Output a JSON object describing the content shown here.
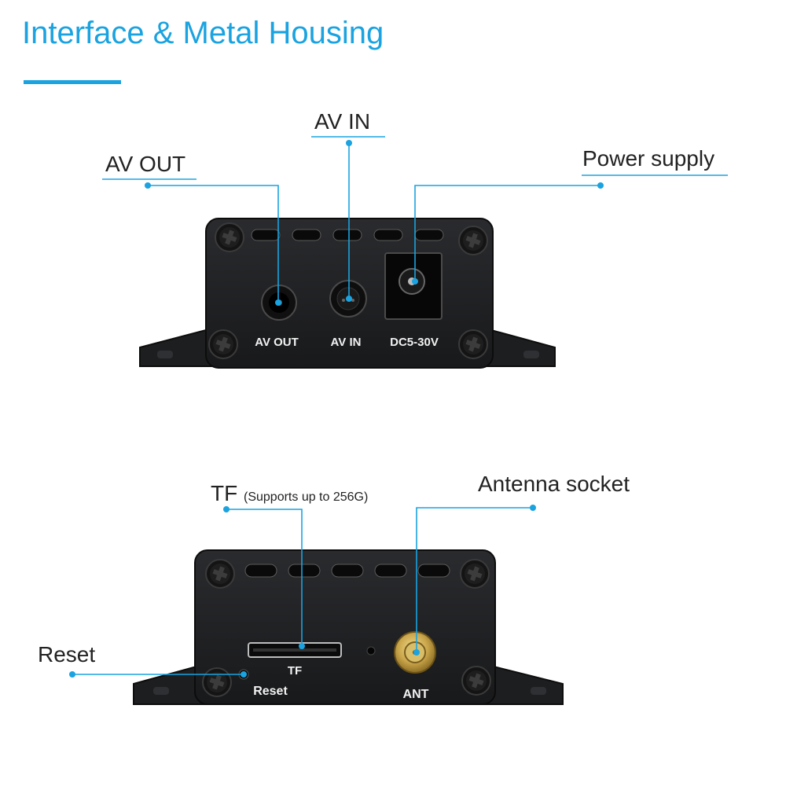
{
  "title": "Interface & Metal Housing",
  "accent_color": "#1aa3e0",
  "callouts": {
    "av_out": "AV OUT",
    "av_in": "AV IN",
    "power_supply": "Power supply",
    "tf": "TF",
    "tf_note": "(Supports up to 256G)",
    "antenna_socket": "Antenna socket",
    "reset": "Reset"
  },
  "device_front": {
    "av_out": "AV OUT",
    "av_in": "AV IN",
    "dc": "DC5-30V"
  },
  "device_back": {
    "tf": "TF",
    "reset": "Reset",
    "ant": "ANT"
  },
  "icons": [
    "phillips-screw-icon",
    "rca-jack-icon",
    "dc-jack-icon",
    "sma-antenna-icon",
    "sd-slot-icon"
  ]
}
